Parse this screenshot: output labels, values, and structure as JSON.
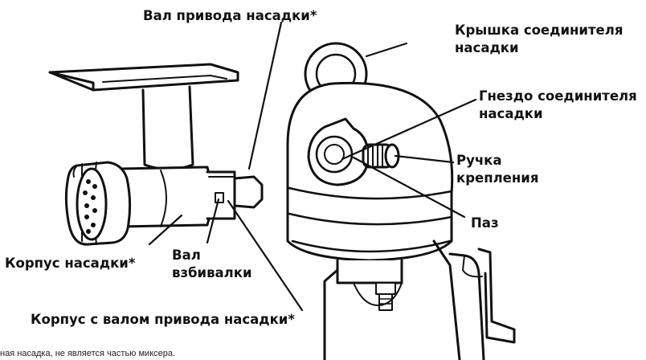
{
  "labels": {
    "drive_shaft": "Вал привода насадки*",
    "cover_line1": "Крышка соединителя",
    "cover_line2": "насадки",
    "socket_line1": "Гнездо соединителя",
    "socket_line2": "насадки",
    "knob_line1": "Ручка",
    "knob_line2": "крепления",
    "groove": "Паз",
    "body": "Корпус насадки*",
    "whisk_line1": "Вал",
    "whisk_line2": "взбивалки",
    "housing": "Корпус с валом привода насадки*"
  },
  "footnote": "ная насадка, не является частью миксера."
}
